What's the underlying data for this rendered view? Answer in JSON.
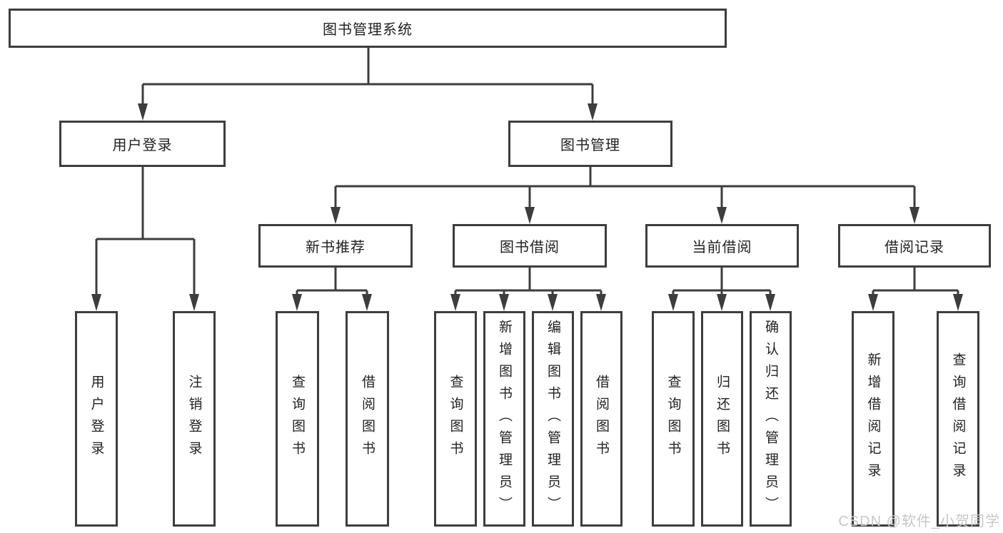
{
  "root": {
    "label": "图书管理系统"
  },
  "level2": {
    "user_login": {
      "label": "用户登录"
    },
    "book_mgmt": {
      "label": "图书管理"
    }
  },
  "level3": {
    "new_book_rec": {
      "label": "新书推荐"
    },
    "book_borrow": {
      "label": "图书借阅"
    },
    "current_borrow": {
      "label": "当前借阅"
    },
    "borrow_records": {
      "label": "借阅记录"
    }
  },
  "leaves": {
    "user_login": "用户登录",
    "logout": "注销登录",
    "rec_query_books": "查询图书",
    "rec_borrow_books": "借阅图书",
    "bb_query_books": "查询图书",
    "bb_add_books": "新增图书（管理员）",
    "bb_edit_books": "编辑图书（管理员）",
    "bb_borrow_books": "借阅图书",
    "cb_query_books": "查询图书",
    "cb_return_books": "归还图书",
    "cb_confirm_return": "确认归还（管理员）",
    "br_add_record": "新增借阅记录",
    "br_query_record": "查询借阅记录"
  },
  "watermark": {
    "text": "CSDN @软件_小贺同学"
  },
  "colors": {
    "line": "#3d3d3d",
    "box_border": "#3d3d3d",
    "text": "#222222",
    "watermark": "#c7c7c7",
    "background": "#ffffff"
  }
}
